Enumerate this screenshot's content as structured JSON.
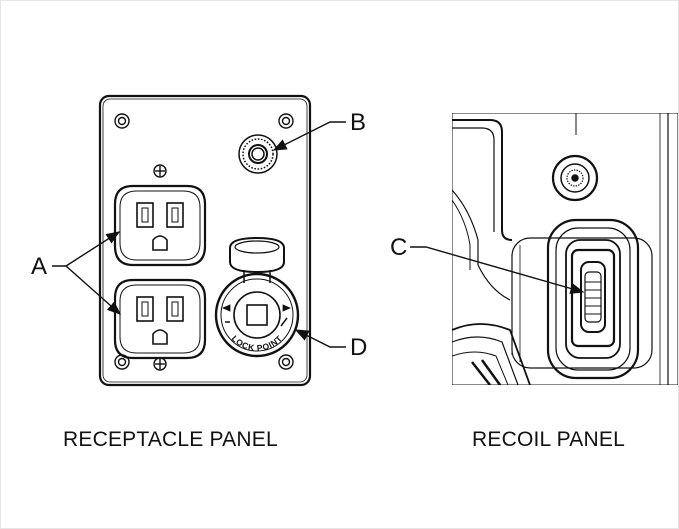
{
  "captions": {
    "left": "RECEPTACLE PANEL",
    "right": "RECOIL PANEL"
  },
  "callouts": {
    "a": "A",
    "b": "B",
    "c": "C",
    "d": "D"
  },
  "panel_text": {
    "lock": "LOCK",
    "point": "POINT"
  },
  "colors": {
    "line": "#111111",
    "panel_fill": "#ffffff",
    "frame": "#e6e6e6"
  }
}
